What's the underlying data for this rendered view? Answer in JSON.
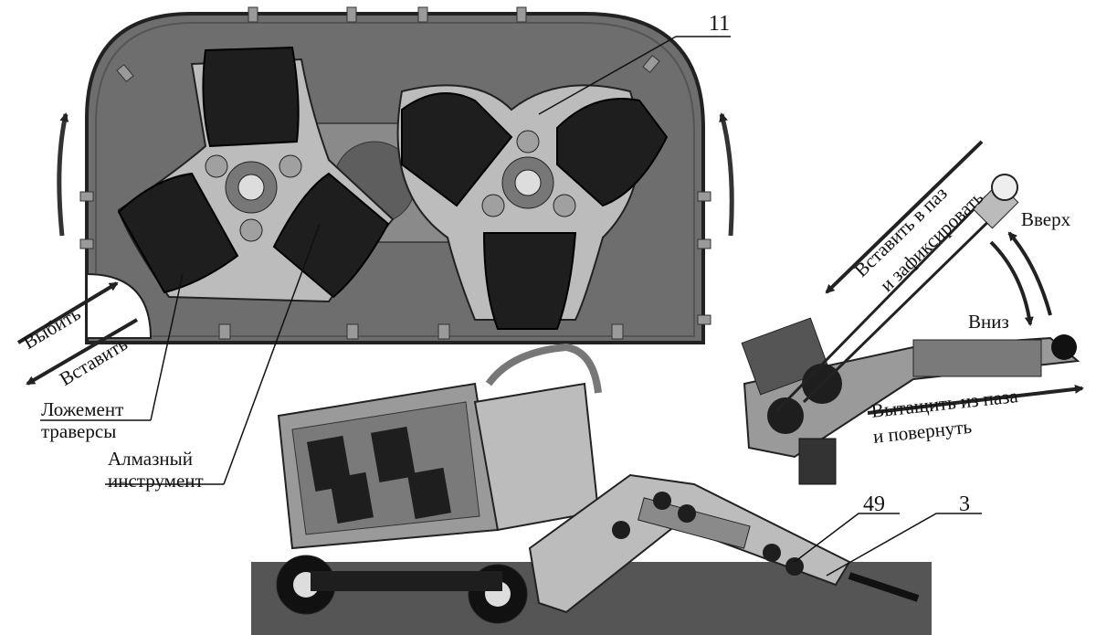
{
  "callouts": {
    "n11": "11",
    "n49": "49",
    "n3": "3"
  },
  "labels": {
    "lozhement_1": "Ложемент",
    "lozhement_2": "траверсы",
    "almazny_1": "Алмазный",
    "almazny_2": "инструмент",
    "vybit": "Выбить",
    "vstavit": "Вставить",
    "vstavit_paz_1": "Вставить в паз",
    "vstavit_paz_2": "и зафиксировать",
    "vverh": "Вверх",
    "vniz": "Вниз",
    "vytaschit_1": "Вытащить из паза",
    "vytaschit_2": "и повернуть"
  },
  "colors": {
    "housing": "#6e6e6e",
    "plate": "#bcbcbc",
    "pad": "#1e1e1e",
    "arrow": "#333333"
  }
}
